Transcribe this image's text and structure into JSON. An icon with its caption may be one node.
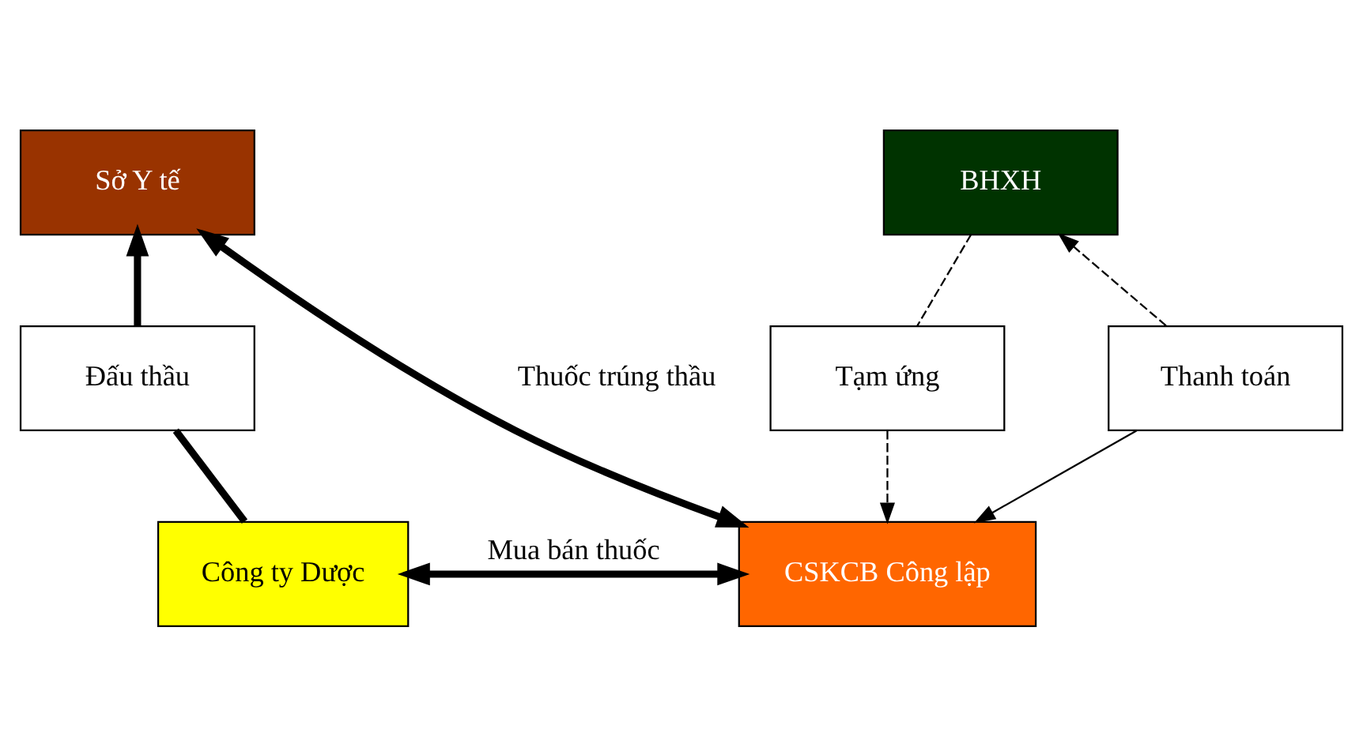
{
  "diagram": {
    "nodes": [
      {
        "text": [
          "Sở Y tế"
        ]
      },
      {
        "text": [
          "BHXH"
        ]
      },
      {
        "text": [
          "Đấu thầu"
        ]
      },
      {
        "text": [
          "Tạm ứng"
        ]
      },
      {
        "text": [
          "Thanh toán"
        ]
      },
      {
        "text": [
          "Công ty Dược"
        ]
      },
      {
        "text": [
          "CSKCB Công lập"
        ]
      }
    ],
    "edges": [
      {
        "from": 5,
        "to": 2,
        "arrow": "none",
        "style": "thick"
      },
      {
        "from": 2,
        "to": 0,
        "arrow": "to",
        "style": "thick"
      },
      {
        "from": 6,
        "to": 0,
        "arrow": "both",
        "style": "thick",
        "label": "Thuốc trúng thầu"
      },
      {
        "from": 1,
        "to": 3,
        "arrow": "none",
        "style": "dashed"
      },
      {
        "from": 3,
        "to": 6,
        "arrow": "to",
        "style": "dashed"
      },
      {
        "from": 4,
        "to": 1,
        "arrow": "to",
        "style": "dashed"
      },
      {
        "from": 4,
        "to": 6,
        "arrow": "to"
      },
      {
        "from": 5,
        "to": 6,
        "arrow": "both",
        "style": "thick",
        "label": "Mua bán thuốc"
      }
    ]
  }
}
